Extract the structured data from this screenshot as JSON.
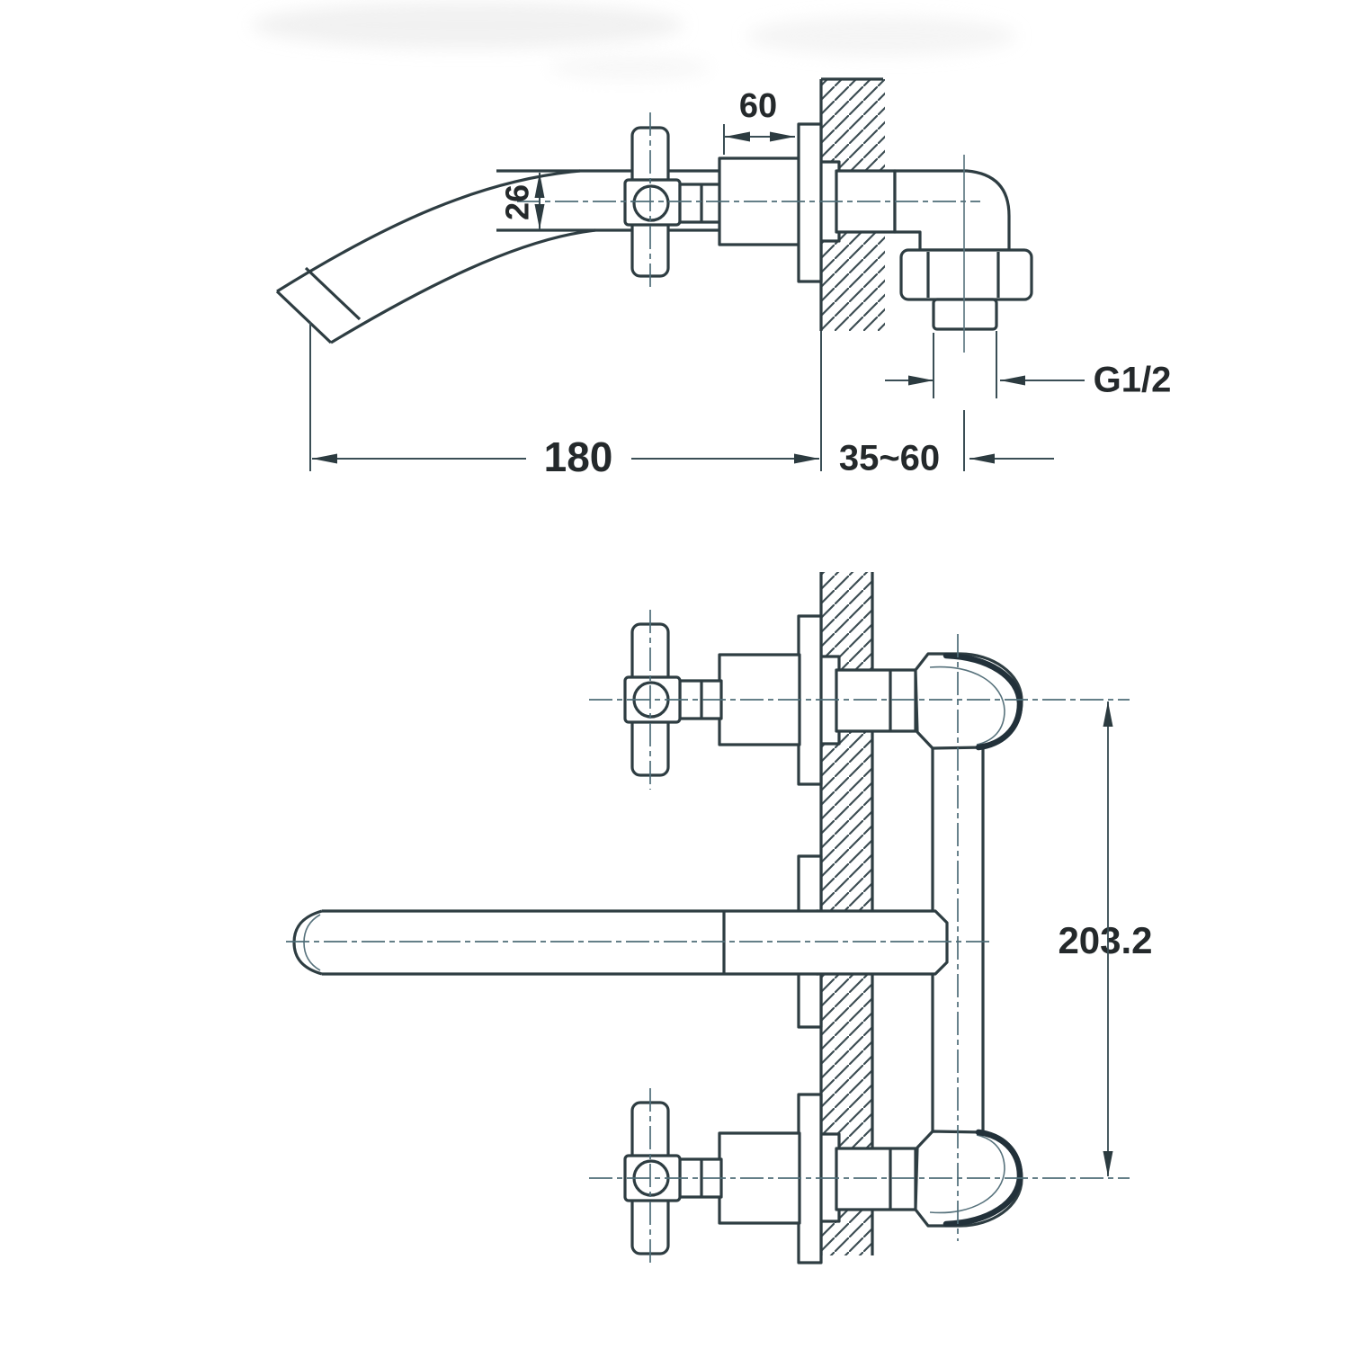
{
  "drawing": {
    "dimensions": {
      "body_to_wall": "60",
      "spout_diameter": "26",
      "spout_reach": "180",
      "wall_thickness_range": "35~60",
      "outlet_thread": "G1/2",
      "handle_center_distance": "203.2"
    },
    "colors": {
      "line": "#2e3d42",
      "thin_line": "#57727c",
      "text": "#24292b",
      "background": "#ffffff"
    }
  }
}
